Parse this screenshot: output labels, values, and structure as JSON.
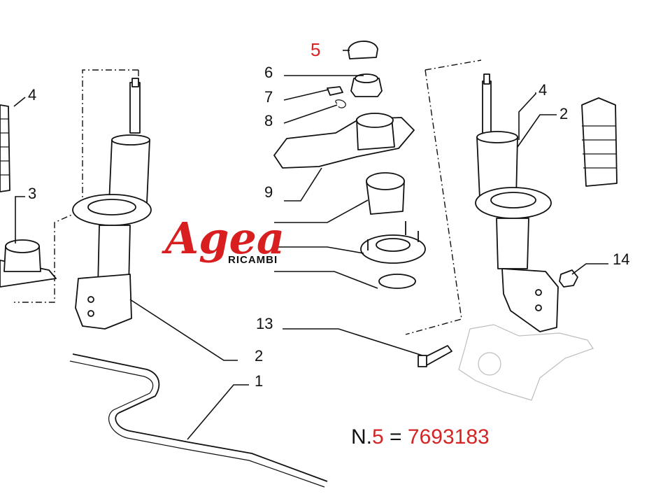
{
  "callouts": {
    "c1": "1",
    "c2_left": "2",
    "c2_right": "2",
    "c3": "3",
    "c4_left": "4",
    "c4_right": "4",
    "c5": "5",
    "c6": "6",
    "c7": "7",
    "c8": "8",
    "c9": "9",
    "c13": "13",
    "c14": "14"
  },
  "logo": {
    "brand": "Agea",
    "tagline": "RICAMBI"
  },
  "part_note": {
    "prefix": "N.",
    "item": "5",
    "equals": " = ",
    "code": "7693183"
  },
  "colors": {
    "accent_red": "#d42424",
    "text": "#111111",
    "background": "#ffffff"
  }
}
